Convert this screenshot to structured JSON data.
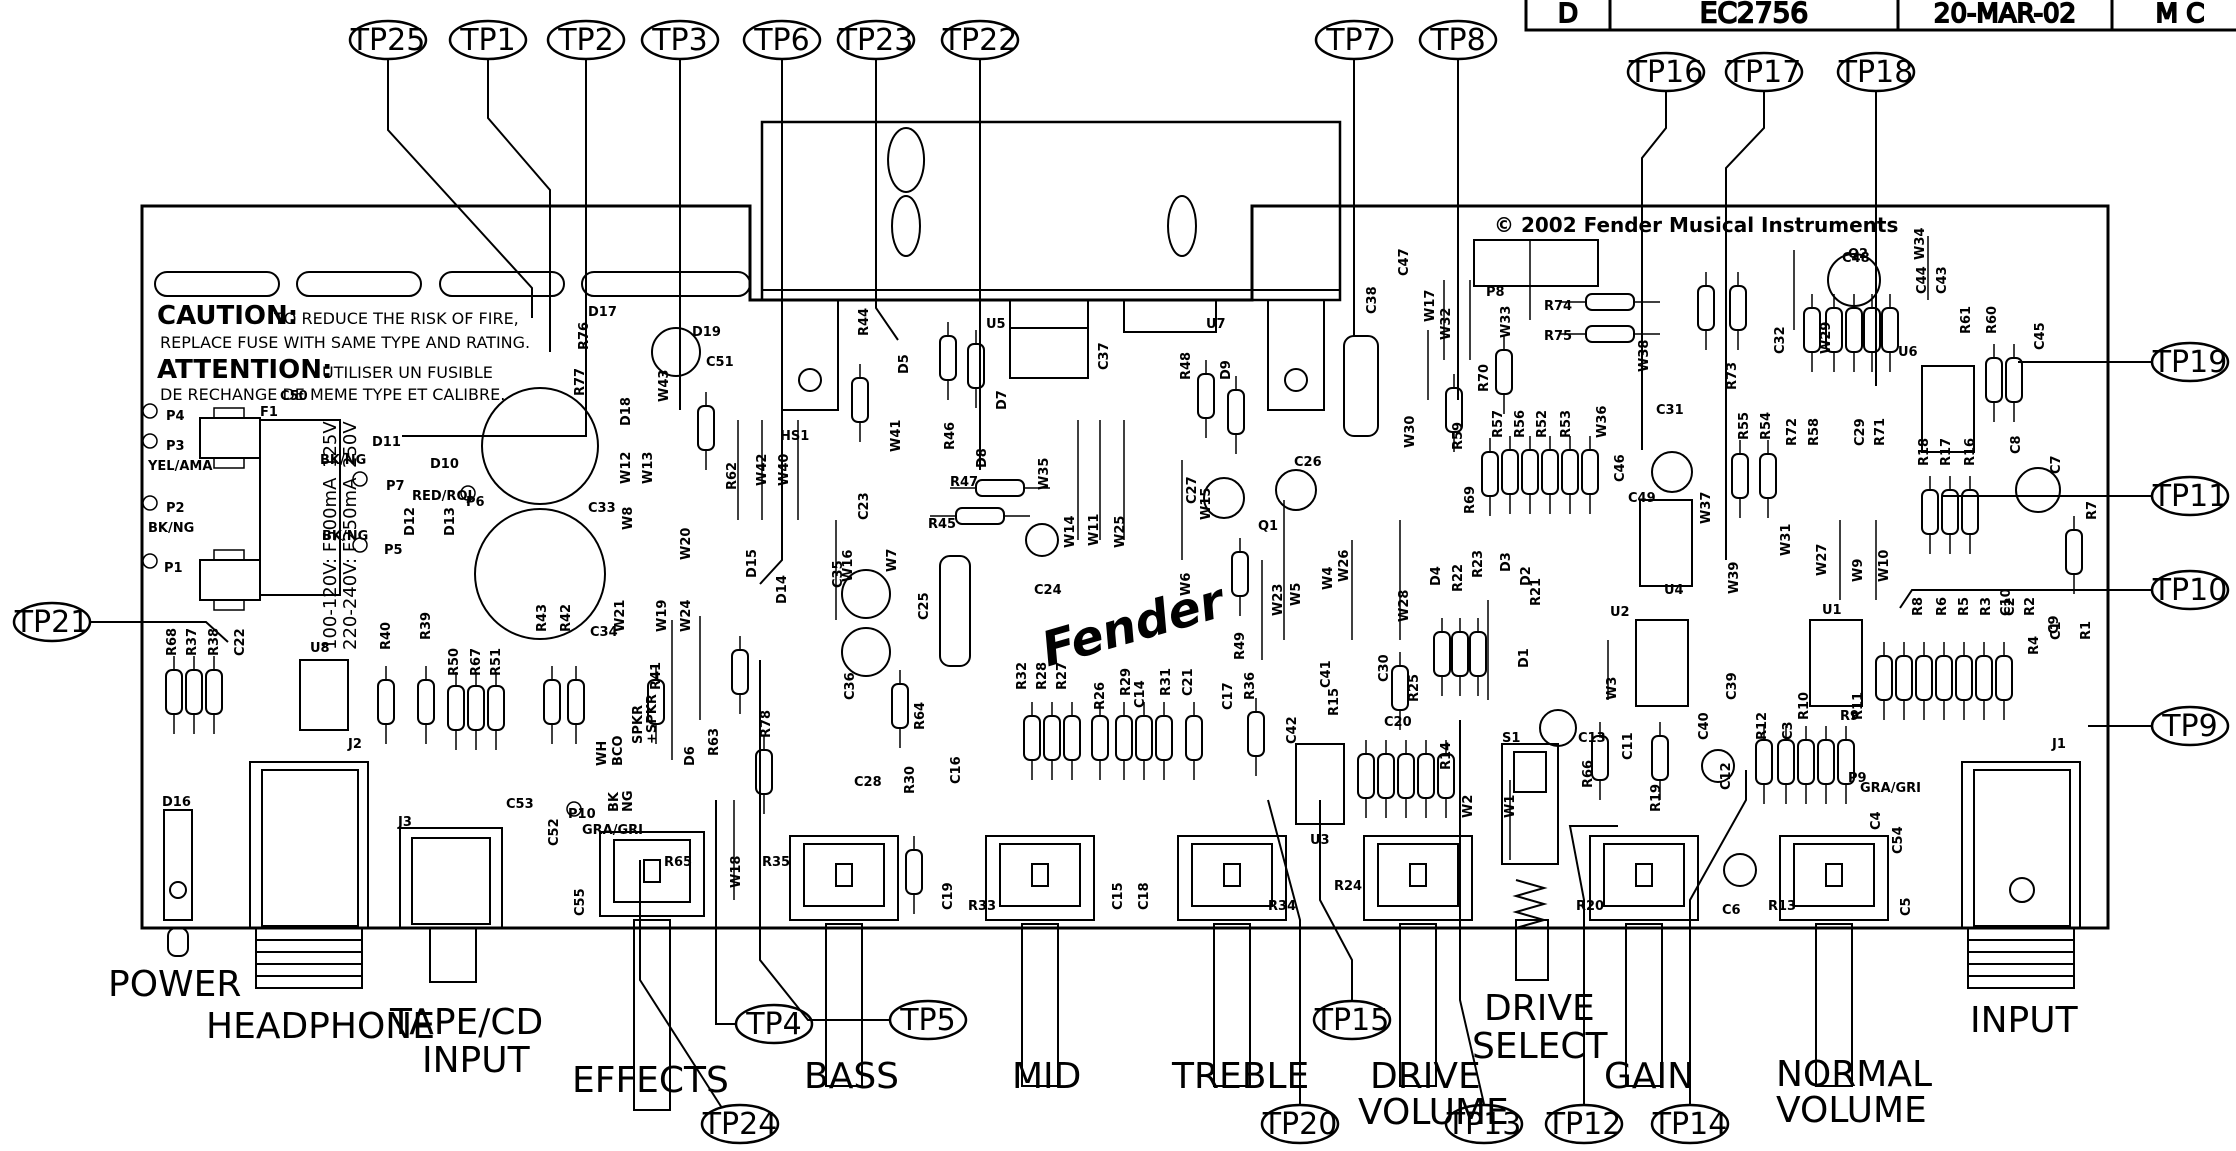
{
  "revision": {
    "rev": "D",
    "ecn": "EC2756",
    "date": "20-MAR-02",
    "initials": "M C"
  },
  "copyright": "© 2002 Fender Musical Instruments",
  "logo_text": "Fender",
  "caution": {
    "title": "CAUTION:",
    "line1_rest": "TO REDUCE THE RISK OF FIRE,",
    "line2": "REPLACE FUSE WITH SAME TYPE AND RATING."
  },
  "attention": {
    "title": "ATTENTION:",
    "line1_rest": "UTILISER UN FUSIBLE",
    "line2": "DE RECHANGE DE MEME TYPE ET CALIBRE."
  },
  "fuse_rating": {
    "v1": "125V",
    "v2": "250V",
    "r1": "100-120V: F500mA",
    "r2": "220-240V: F250mA"
  },
  "wire_labels": [
    "YEL/AMA",
    "BK/NG",
    "BK/NG",
    "BK/NG",
    "RED/ROJ",
    "GRA/GRI",
    "GRA/GRI",
    "WH",
    "BCO",
    "SPKR",
    "+SPKR",
    "BK",
    "NG"
  ],
  "test_points": [
    "TP25",
    "TP1",
    "TP2",
    "TP3",
    "TP6",
    "TP23",
    "TP22",
    "TP7",
    "TP8",
    "TP16",
    "TP17",
    "TP18",
    "TP19",
    "TP11",
    "TP10",
    "TP9",
    "TP21",
    "TP4",
    "TP5",
    "TP24",
    "TP15",
    "TP20",
    "TP13",
    "TP12",
    "TP14"
  ],
  "controls": {
    "power": "POWER",
    "headphone": "HEADPHONE",
    "tape1": "TAPE/CD",
    "tape2": "INPUT",
    "effects": "EFFECTS",
    "bass": "BASS",
    "mid": "MID",
    "treble": "TREBLE",
    "drive_vol1": "DRIVE",
    "drive_vol2": "VOLUME",
    "drive_sel1": "DRIVE",
    "drive_sel2": "SELECT",
    "gain": "GAIN",
    "normal1": "NORMAL",
    "normal2": "VOLUME",
    "input": "INPUT"
  },
  "pads": [
    "P1",
    "P2",
    "P3",
    "P4",
    "P5",
    "P6",
    "P7",
    "P8",
    "P9",
    "P10"
  ],
  "ics": [
    "U1",
    "U2",
    "U3",
    "U4",
    "U5",
    "U6",
    "U7",
    "U8"
  ],
  "connectors": [
    "J1",
    "J2",
    "J3",
    "F1",
    "S1",
    "HS1",
    "Q1",
    "Q2"
  ],
  "diodes": [
    "D1",
    "D2",
    "D3",
    "D4",
    "D5",
    "D6",
    "D7",
    "D8",
    "D9",
    "D10",
    "D11",
    "D12",
    "D13",
    "D14",
    "D15",
    "D16",
    "D17",
    "D18",
    "D19"
  ],
  "capacitors": [
    "C1",
    "C2",
    "C3",
    "C4",
    "C5",
    "C6",
    "C7",
    "C8",
    "C9",
    "C10",
    "C11",
    "C12",
    "C13",
    "C14",
    "C15",
    "C16",
    "C17",
    "C18",
    "C19",
    "C20",
    "C21",
    "C22",
    "C23",
    "C24",
    "C25",
    "C26",
    "C27",
    "C28",
    "C29",
    "C30",
    "C31",
    "C32",
    "C33",
    "C34",
    "C35",
    "C36",
    "C37",
    "C38",
    "C39",
    "C40",
    "C41",
    "C42",
    "C43",
    "C44",
    "C45",
    "C46",
    "C47",
    "C48",
    "C49",
    "C50",
    "C51",
    "C52",
    "C53",
    "C54",
    "C55"
  ],
  "resistors": [
    "R1",
    "R2",
    "R3",
    "R4",
    "R5",
    "R6",
    "R7",
    "R8",
    "R9",
    "R10",
    "R11",
    "R12",
    "R13",
    "R14",
    "R15",
    "R16",
    "R17",
    "R18",
    "R19",
    "R20",
    "R21",
    "R22",
    "R23",
    "R24",
    "R25",
    "R26",
    "R27",
    "R28",
    "R29",
    "R30",
    "R31",
    "R32",
    "R33",
    "R34",
    "R35",
    "R36",
    "R37",
    "R38",
    "R39",
    "R40",
    "R41",
    "R42",
    "R43",
    "R44",
    "R45",
    "R46",
    "R47",
    "R48",
    "R49",
    "R50",
    "R51",
    "R52",
    "R53",
    "R54",
    "R55",
    "R56",
    "R57",
    "R58",
    "R59",
    "R60",
    "R61",
    "R62",
    "R63",
    "R64",
    "R65",
    "R66",
    "R67",
    "R68",
    "R69",
    "R70",
    "R71",
    "R72",
    "R73",
    "R74",
    "R75",
    "R76",
    "R77",
    "R78"
  ],
  "jumpers": [
    "W1",
    "W2",
    "W3",
    "W4",
    "W5",
    "W6",
    "W7",
    "W8",
    "W9",
    "W10",
    "W11",
    "W12",
    "W13",
    "W14",
    "W15",
    "W16",
    "W17",
    "W18",
    "W19",
    "W20",
    "W21",
    "W23",
    "W24",
    "W25",
    "W26",
    "W27",
    "W28",
    "W29",
    "W30",
    "W31",
    "W32",
    "W33",
    "W34",
    "W35",
    "W36",
    "W37",
    "W38",
    "W39",
    "W40",
    "W41",
    "W42",
    "W43"
  ]
}
